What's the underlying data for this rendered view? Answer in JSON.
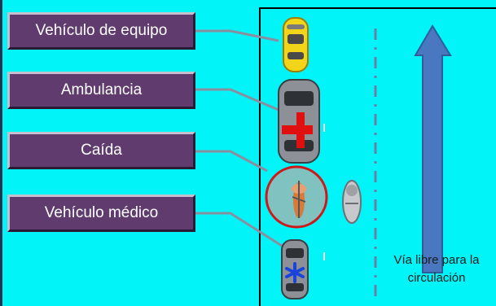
{
  "labels": {
    "team_vehicle": "Vehículo de equipo",
    "ambulance": "Ambulancia",
    "fall": "Caída",
    "medical_vehicle": "Vehículo médico"
  },
  "road": {
    "free_lane_line1": "Vía libre para la",
    "free_lane_line2": "circulación"
  },
  "colors": {
    "background": "#00f4f8",
    "label_fill": "#5f3b6e",
    "arrow_fill": "#4a78c0",
    "incident_circle": "#cc1a1a",
    "ambulance_cross": "#e01010",
    "medical_star": "#1a44d8",
    "team_car": "#f2d41a"
  }
}
